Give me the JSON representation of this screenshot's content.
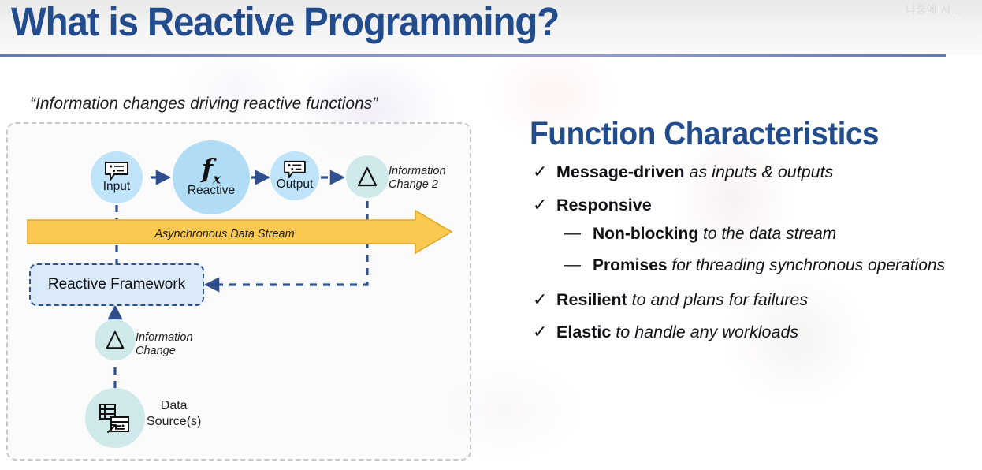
{
  "header": {
    "title": "What is Reactive Programming?",
    "overlay_text": "나중에 시...",
    "title_color": "#234c8c",
    "rule_color": "#5f79c4"
  },
  "diagram": {
    "quote": "“Information changes driving reactive functions”",
    "stream_label": "Asynchronous Data Stream",
    "stream_color": "#fbc94f",
    "framework_box": {
      "label": "Reactive Framework",
      "fill": "#dbeaf8",
      "border": "#2f4f8f"
    },
    "nodes": {
      "input": {
        "label": "Input",
        "icon": "speech-bubble-list-icon",
        "fill": "#bfe3f8"
      },
      "reactive": {
        "symbol": "f",
        "subscript": "x",
        "label": "Reactive",
        "fill": "#b0dcf6"
      },
      "output": {
        "label": "Output",
        "icon": "speech-bubble-list-icon",
        "fill": "#bfe3f8"
      },
      "information_change_2": {
        "symbol": "Δ",
        "label": "Information Change 2",
        "label_line1": "Information",
        "label_line2": "Change 2",
        "fill": "#cfe9ea"
      },
      "information_change": {
        "symbol": "Δ",
        "label_line1": "Information",
        "label_line2": "Change",
        "fill": "#cfe9ea"
      },
      "data_sources": {
        "label_line1": "Data",
        "label_line2": "Source(s)",
        "icon": "database-table-icon",
        "fill": "#cfe9ea"
      }
    },
    "connector_color": "#2f4f8f"
  },
  "characteristics": {
    "title": "Function Characteristics",
    "check_mark": "✓",
    "dash_mark": "—",
    "items": [
      {
        "bold": "Message-driven",
        "rest": " as inputs & outputs",
        "subs": []
      },
      {
        "bold": "Responsive",
        "rest": "",
        "subs": [
          {
            "bold": "Non-blocking",
            "rest": " to the data stream"
          },
          {
            "bold": "Promises",
            "rest": " for threading synchronous operations"
          }
        ]
      },
      {
        "bold": "Resilient",
        "rest": " to and plans for failures",
        "subs": []
      },
      {
        "bold": "Elastic",
        "rest": " to handle any workloads",
        "subs": []
      }
    ]
  }
}
